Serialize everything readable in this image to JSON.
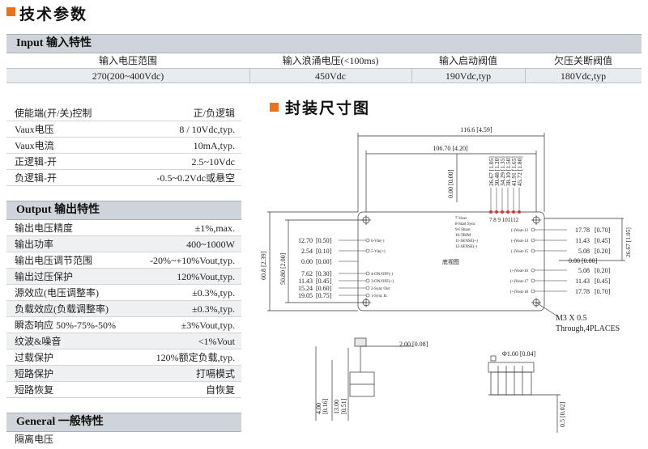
{
  "header": {
    "title": "技术参数"
  },
  "input_section": {
    "title": "Input 输入特性",
    "columns": [
      "输入电压范围",
      "输入浪涌电压(<100ms)",
      "输入启动阀值",
      "欠压关断阀值"
    ],
    "values": [
      "270(200~400Vdc)",
      "450Vdc",
      "190Vdc,typ",
      "180Vdc,typ"
    ]
  },
  "control_table": {
    "rows": [
      {
        "label": "使能端(开/关)控制",
        "value": "正/负逻辑"
      },
      {
        "label": "Vaux电压",
        "value": "8 / 10Vdc,typ."
      },
      {
        "label": "Vaux电流",
        "value": "10mA,typ."
      },
      {
        "label": "正逻辑-开",
        "value": "2.5~10Vdc"
      },
      {
        "label": "负逻辑-开",
        "value": "-0.5~0.2Vdc或悬空"
      }
    ]
  },
  "output_section": {
    "title": "Output 输出特性",
    "rows": [
      {
        "label": "输出电压精度",
        "value": "±1%,max."
      },
      {
        "label": "输出功率",
        "value": "400~1000W"
      },
      {
        "label": "输出电压调节范围",
        "value": "-20%~+10%Vout,typ."
      },
      {
        "label": "输出过压保护",
        "value": "120%Vout,typ."
      },
      {
        "label": "源效应(电压调整率)",
        "value": "±0.3%,typ."
      },
      {
        "label": "负载效应(负载调整率)",
        "value": "±0.3%,typ."
      },
      {
        "label": "瞬态响应 50%-75%-50%",
        "value": "±3%Vout,typ."
      },
      {
        "label": "纹波&噪音",
        "value": "<1%Vout"
      },
      {
        "label": "过载保护",
        "value": "120%额定负载,typ."
      },
      {
        "label": "短路保护",
        "value": "打嗝模式"
      },
      {
        "label": "短路恢复",
        "value": "自恢复"
      }
    ]
  },
  "general_section": {
    "title": "General 一般特性",
    "rows": [
      {
        "label": "隔离电压",
        "value": ""
      }
    ]
  },
  "package": {
    "title": "封装尺寸图",
    "dims": {
      "overall_width": "116.6 [4.59]",
      "inner_width": "106.70 [4.20]",
      "zero_top": "0.00 [0.00]",
      "top_pins": [
        "26.67 [1.05]",
        "30.48 [1.20]",
        "34.29 [1.35]",
        "38.10 [1.50]",
        "41.91 [1.65]",
        "45.72 [1.80]"
      ],
      "height_overall": "60.8 [2.39]",
      "height_inner": "50.80 [2.00]",
      "right_height": "26.67 [1.05]",
      "zero_right": "0.00 [0.00]",
      "side_pin_dia": "Φ1.00 [0.04]",
      "side_offset": "2.00 [0.08]",
      "side_h1": "4.00",
      "side_h1_in": "[0.16]",
      "side_h2": "13.00",
      "side_h2_in": "[0.51]",
      "side_h3": "0.5 [0.02]",
      "bottom_label": "底视图",
      "note_line1": "M3 X 0.5",
      "note_line2": "Through,4PLACES"
    },
    "left_dims": [
      {
        "mm": "12.70",
        "in": "[0.50]",
        "pin": "6-Vin(-)"
      },
      {
        "mm": "2.54",
        "in": "[0.10]",
        "pin": "5-Vin(+)"
      },
      {
        "mm": "0.00",
        "in": "[0.00]",
        "pin": ""
      },
      {
        "mm": "7.62",
        "in": "[0.30]",
        "pin": "4-ON/OFF(-)"
      },
      {
        "mm": "11.43",
        "in": "[0.45]",
        "pin": "3-ON/OFF(+)"
      },
      {
        "mm": "15.24",
        "in": "[0.60]",
        "pin": "2-Sync Out"
      },
      {
        "mm": "19.05",
        "in": "[0.75]",
        "pin": "1-Sync In"
      }
    ],
    "right_dims": [
      {
        "mm": "17.78",
        "in": "[0.70]",
        "pin": "(-)Vout-13"
      },
      {
        "mm": "11.43",
        "in": "[0.45]",
        "pin": "(-)Vout-14"
      },
      {
        "mm": "5.08",
        "in": "[0.20]",
        "pin": "(-)Vout-15"
      },
      {
        "mm": "5.08",
        "in": "[0.20]",
        "pin": "(+)Vout-16"
      },
      {
        "mm": "11.43",
        "in": "[0.45]",
        "pin": "(+)Vout-17"
      },
      {
        "mm": "17.78",
        "in": "[0.70]",
        "pin": "(+)Vout-18"
      }
    ],
    "top_pin_list": [
      "7-Vaux",
      "8-Start Sync",
      "9-I Share",
      "10-TRIM",
      "11-SENSE(+)",
      "12-SENSE(-)"
    ],
    "top_pin_numbers": "7 8 9 101112"
  }
}
